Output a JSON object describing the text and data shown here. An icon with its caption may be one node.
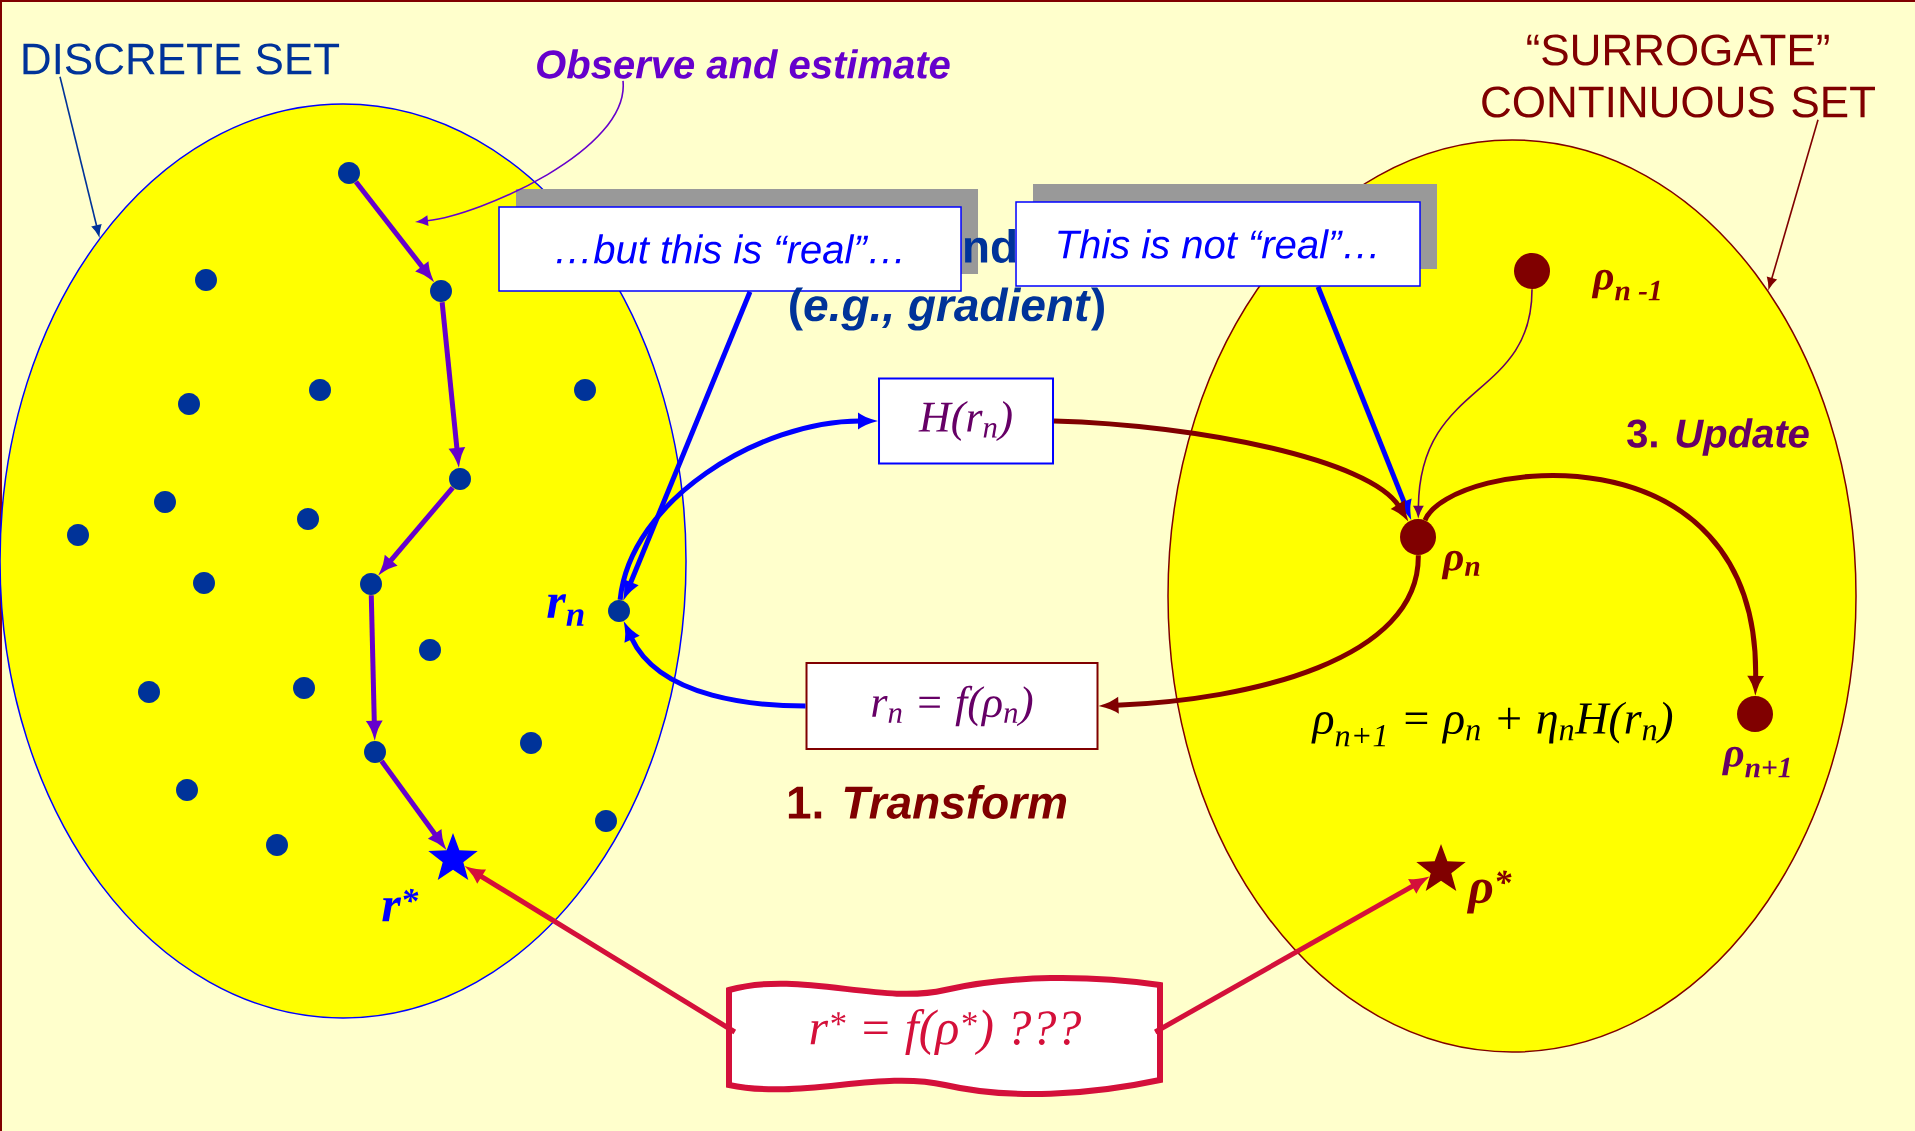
{
  "diagram": {
    "nodes": [
      {
        "text": [
          "DISCRETE SET"
        ]
      },
      {
        "text": [
          "Observe and estimate"
        ]
      },
      {
        "text": [
          "“SURROGATE” CONTINUOUS SET"
        ]
      },
      {
        "text": [],
        "shape": "ellipse"
      },
      {
        "text": [],
        "shape": "circle",
        "in": 3
      },
      {
        "text": [],
        "shape": "circle",
        "in": 3
      },
      {
        "text": [],
        "shape": "circle",
        "in": 3
      },
      {
        "text": [],
        "shape": "circle",
        "in": 3
      },
      {
        "text": [],
        "shape": "circle",
        "in": 3
      },
      {
        "text": [],
        "shape": "star",
        "in": 3,
        "beside": [
          "r$^{*}$"
        ]
      },
      {
        "text": [],
        "shape": "circle",
        "in": 3,
        "beside": [
          "r$_{n}$"
        ]
      },
      {
        "text": [],
        "shape": "circle",
        "in": 3
      },
      {
        "text": [],
        "shape": "circle",
        "in": 3
      },
      {
        "text": [],
        "shape": "circle",
        "in": 3
      },
      {
        "text": [],
        "shape": "circle",
        "in": 3
      },
      {
        "text": [],
        "shape": "circle",
        "in": 3
      },
      {
        "text": [],
        "shape": "circle",
        "in": 3
      },
      {
        "text": [],
        "shape": "circle",
        "in": 3
      },
      {
        "text": [],
        "shape": "circle",
        "in": 3
      },
      {
        "text": [],
        "shape": "circle",
        "in": 3
      },
      {
        "text": [],
        "shape": "circle",
        "in": 3
      },
      {
        "text": [],
        "shape": "circle",
        "in": 3
      },
      {
        "text": [],
        "shape": "circle",
        "in": 3
      },
      {
        "text": [],
        "shape": "circle",
        "in": 3
      },
      {
        "text": [],
        "shape": "circle",
        "in": 3
      },
      {
        "text": [],
        "shape": "circle",
        "in": 3
      },
      {
        "text": [],
        "shape": "ellipse"
      },
      {
        "text": [],
        "shape": "circle",
        "in": 26,
        "beside": [
          "ρ$_{n -1}$"
        ]
      },
      {
        "text": [],
        "shape": "circle",
        "in": 26,
        "beside": [
          "ρ$_{n}$"
        ]
      },
      {
        "text": [],
        "shape": "circle",
        "in": 26,
        "beside": [
          "ρ$_{n+1}$"
        ]
      },
      {
        "text": [],
        "shape": "star",
        "in": 26,
        "beside": [
          "ρ$^{*}$"
        ]
      },
      {
        "text": [
          "…but this is “real”…"
        ]
      },
      {
        "text": [
          "This is not “real”…"
        ]
      },
      {
        "text": [
          "H(r$_{n}$)"
        ]
      },
      {
        "text": [
          "r$_{n}$ = f(ρ$_{n}$)"
        ]
      },
      {
        "text": [
          "r$^{*}$ = f(ρ$^{*}$) ???"
        ]
      }
    ],
    "edges": [
      {
        "from": 0,
        "to": 3,
        "arrow": "to",
        "color": "#003399"
      },
      {
        "from": 1,
        "to": null,
        "arrow": "to",
        "color": "#6600cc"
      },
      {
        "from": 2,
        "to": 26,
        "arrow": "to",
        "color": "#800000"
      },
      {
        "from": 4,
        "to": 5,
        "arrow": "to",
        "color": "#6600cc"
      },
      {
        "from": 5,
        "to": 6,
        "arrow": "to",
        "color": "#6600cc"
      },
      {
        "from": 6,
        "to": 7,
        "arrow": "to",
        "color": "#6600cc"
      },
      {
        "from": 7,
        "to": 8,
        "arrow": "to",
        "color": "#6600cc"
      },
      {
        "from": 8,
        "to": 9,
        "arrow": "to",
        "color": "#6600cc"
      },
      {
        "from": 31,
        "to": 10,
        "arrow": "to",
        "color": "#0000ff"
      },
      {
        "from": 32,
        "to": 28,
        "arrow": "to",
        "color": "#0000ff"
      },
      {
        "from": 10,
        "to": 33,
        "arrow": "to",
        "color": "#0000ff"
      },
      {
        "from": 33,
        "to": 28,
        "arrow": "to",
        "color": "#800000"
      },
      {
        "from": 28,
        "to": 34,
        "arrow": "to",
        "color": "#800000"
      },
      {
        "from": 34,
        "to": 10,
        "arrow": "to",
        "color": "#0000ff"
      },
      {
        "from": 27,
        "to": 28,
        "arrow": "to",
        "color": "#660066"
      },
      {
        "from": 28,
        "to": 29,
        "arrow": "to",
        "color": "#800000",
        "label": "3. *Update*"
      },
      {
        "from": 35,
        "to": 9,
        "arrow": "to",
        "color": "#d4103a"
      },
      {
        "from": 35,
        "to": 30,
        "arrow": "to",
        "color": "#d4103a"
      }
    ],
    "labels": [
      "nd",
      "(*e.g., gradient*)",
      "1. *Transform*",
      "ρ$_{n+1}$ = ρ$_{n}$ + η$_{n}$H(r$_{n}$)"
    ]
  }
}
